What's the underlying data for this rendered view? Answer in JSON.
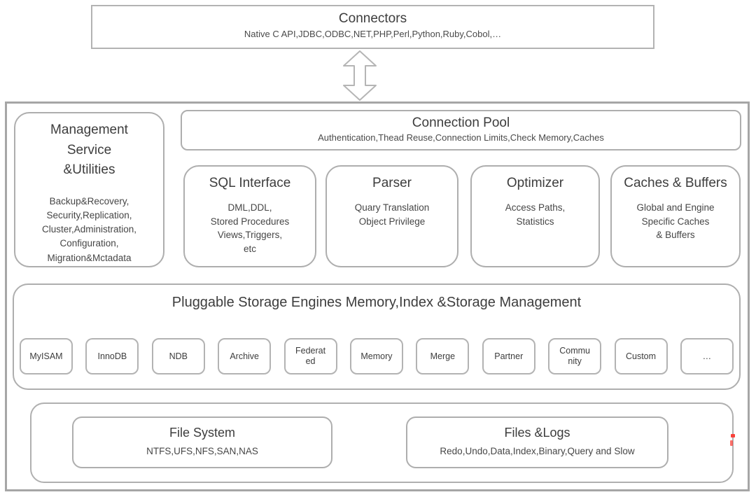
{
  "colors": {
    "box_border": "#aeaeae",
    "outer_border": "#a6a6a6",
    "text": "#3d3d3d",
    "artifact_red": "#f9423a"
  },
  "connectors": {
    "title": "Connectors",
    "subtitle": "Native C API,JDBC,ODBC,NET,PHP,Perl,Python,Ruby,Cobol,…"
  },
  "management": {
    "title": "Management\nService\n&Utilities",
    "body": "Backup&Recovery,\nSecurity,Replication,\nCluster,Administration,\nConfiguration,\nMigration&Mctadata"
  },
  "connection_pool": {
    "title": "Connection Pool",
    "subtitle": "Authentication,Thead Reuse,Connection Limits,Check Memory,Caches"
  },
  "modules": [
    {
      "title": "SQL Interface",
      "body": "DML,DDL,\nStored Procedures\nViews,Triggers,\netc"
    },
    {
      "title": "Parser",
      "body": "Quary Translation\nObject Privilege"
    },
    {
      "title": "Optimizer",
      "body": "Access Paths,\nStatistics"
    },
    {
      "title": "Caches & Buffers",
      "body": "Global and Engine\nSpecific Caches\n& Buffers"
    }
  ],
  "storage": {
    "title": "Pluggable Storage Engines Memory,Index &Storage Management",
    "engines": [
      "MyISAM",
      "InnoDB",
      "NDB",
      "Archive",
      "Federat\ned",
      "Memory",
      "Merge",
      "Partner",
      "Commu\nnity",
      "Custom",
      "…"
    ]
  },
  "filesystem": {
    "title": "File System",
    "body": "NTFS,UFS,NFS,SAN,NAS"
  },
  "files_logs": {
    "title": "Files &Logs",
    "body": "Redo,Undo,Data,Index,Binary,Query and Slow"
  }
}
